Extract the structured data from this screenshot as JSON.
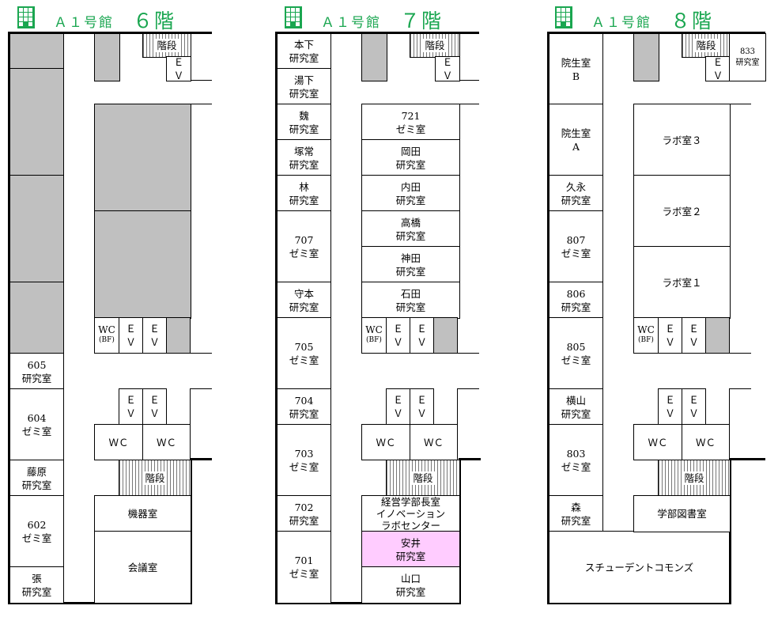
{
  "colors": {
    "accent": "#1aa650",
    "gray_room": "#c0c0c0",
    "highlight_room": "#ffccff"
  },
  "floors": [
    {
      "building": "Ａ１号館",
      "floor": "６階",
      "icon": "building-icon",
      "rooms": [
        "",
        "",
        "",
        "",
        "605\n研究室",
        "604\nゼミ室",
        "藤原\n研究室",
        "602\nゼミ室",
        "張\n研究室",
        "",
        "階段",
        "Ｅ\nＶ",
        "",
        "",
        "WC\n(BF)",
        "Ｅ\nＶ",
        "Ｅ\nＶ",
        "",
        "Ｅ\nＶ",
        "Ｅ\nＶ",
        "ＷＣ",
        "ＷＣ",
        "階段",
        "機器室",
        "会議室"
      ]
    },
    {
      "building": "Ａ１号館",
      "floor": "７階",
      "icon": "building-icon",
      "rooms": [
        "本下\n研究室",
        "湯下\n研究室",
        "魏\n研究室",
        "塚常\n研究室",
        "林\n研究室",
        "707\nゼミ室",
        "守本\n研究室",
        "705\nゼミ室",
        "704\n研究室",
        "703\nゼミ室",
        "702\n研究室",
        "701\nゼミ室",
        "",
        "階段",
        "Ｅ\nＶ",
        "721\nゼミ室",
        "岡田\n研究室",
        "内田\n研究室",
        "高橋\n研究室",
        "神田\n研究室",
        "石田\n研究室",
        "WC\n(BF)",
        "Ｅ\nＶ",
        "Ｅ\nＶ",
        "",
        "Ｅ\nＶ",
        "Ｅ\nＶ",
        "ＷＣ",
        "ＷＣ",
        "階段",
        "経営学部長室\nイノベーション\nラボセンター",
        "安井\n研究室",
        "山口\n研究室"
      ]
    },
    {
      "building": "Ａ１号館",
      "floor": "８階",
      "icon": "building-icon",
      "rooms": [
        "院生室\nB",
        "院生室\nA",
        "久永\n研究室",
        "807\nゼミ室",
        "806\n研究室",
        "805\nゼミ室",
        "横山\n研究室",
        "803\nゼミ室",
        "森\n研究室",
        "スチューデントコモンズ",
        "",
        "階段",
        "Ｅ\nＶ",
        "833\n研究室",
        "ラボ室３",
        "ラボ室２",
        "ラボ室１",
        "WC\n(BF)",
        "Ｅ\nＶ",
        "Ｅ\nＶ",
        "",
        "Ｅ\nＶ",
        "Ｅ\nＶ",
        "ＷＣ",
        "ＷＣ",
        "階段",
        "学部図書室"
      ]
    }
  ]
}
